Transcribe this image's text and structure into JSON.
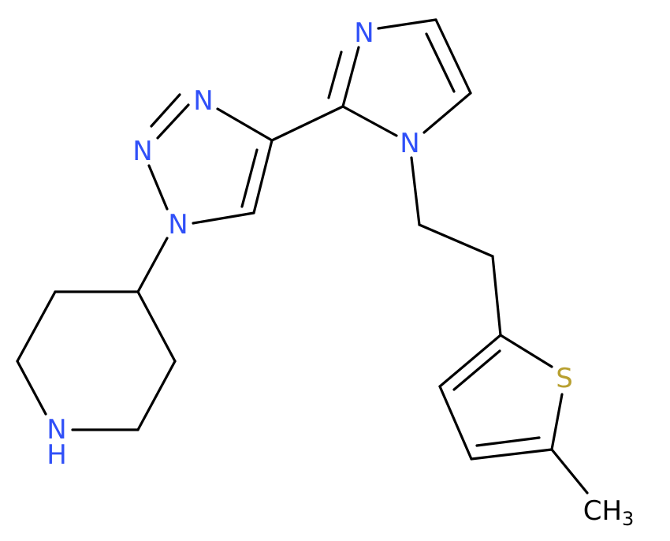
{
  "atoms": {
    "n_imid_3": "N",
    "n_imid_1": "N",
    "n_tri_3": "N",
    "n_tri_2": "N",
    "n_tri_1": "N",
    "nh_pip": "N",
    "nh_pip_h": "H",
    "s_thio": "S",
    "ch3": "CH",
    "ch3_sub": "3"
  },
  "colors": {
    "nitrogen": "#3050F8",
    "sulfur": "#B8A030",
    "carbon": "#000000"
  }
}
